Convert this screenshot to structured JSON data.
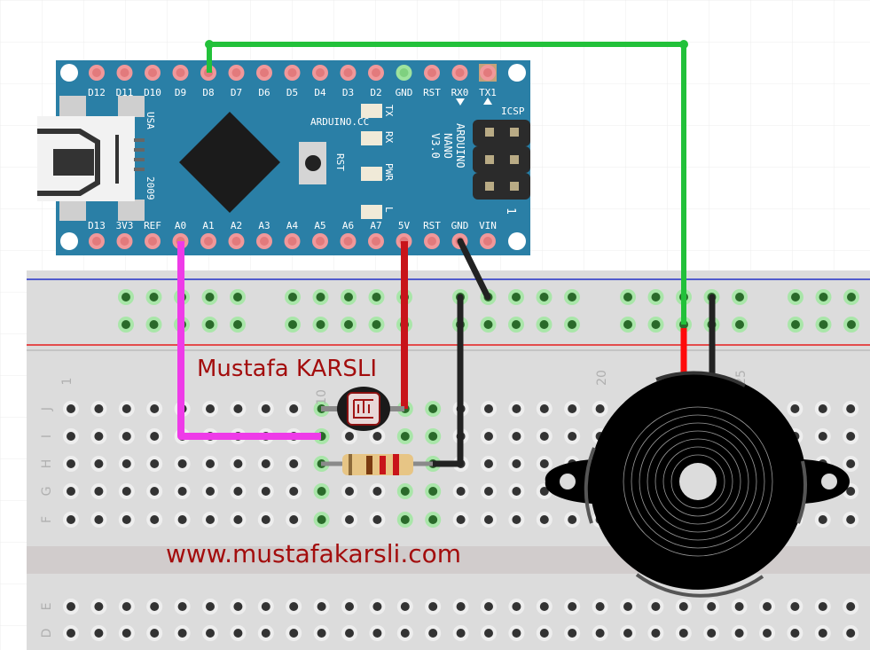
{
  "arduino": {
    "top_pins": [
      "D12",
      "D11",
      "D10",
      "D9",
      "D8",
      "D7",
      "D6",
      "D5",
      "D4",
      "D3",
      "D2",
      "GND",
      "RST",
      "RX0",
      "TX1"
    ],
    "bottom_pins": [
      "D13",
      "3V3",
      "REF",
      "A0",
      "A1",
      "A2",
      "A3",
      "A4",
      "A5",
      "A6",
      "A7",
      "5V",
      "RST",
      "GND",
      "VIN"
    ],
    "usb_labels": [
      "USA",
      "2009"
    ],
    "site": "ARDUINO.CC",
    "reset_label": "RST",
    "leds": [
      "TX",
      "RX",
      "PWR",
      "L"
    ],
    "model_lines": [
      "ARDUINO",
      "NANO",
      "V3.0"
    ],
    "icsp": "ICSP",
    "icsp_pin1": "1",
    "board_color": "#2a7fa6"
  },
  "breadboard": {
    "row_labels_top": [
      "J",
      "I",
      "H",
      "G",
      "F"
    ],
    "row_labels_bottom": [
      "E",
      "D"
    ],
    "column_numbers": [
      "1",
      "10",
      "20",
      "25"
    ]
  },
  "wires": {
    "d8_to_buzzer": "#22c13a",
    "a0_to_ldr": "#ee3be8",
    "5v_to_ldr": "#c8141a",
    "gnd": "#222222",
    "buzzer_plus": "#ff0a0a"
  },
  "credits": {
    "author": "Mustafa KARSLI",
    "website": "www.mustafakarsli.com"
  }
}
